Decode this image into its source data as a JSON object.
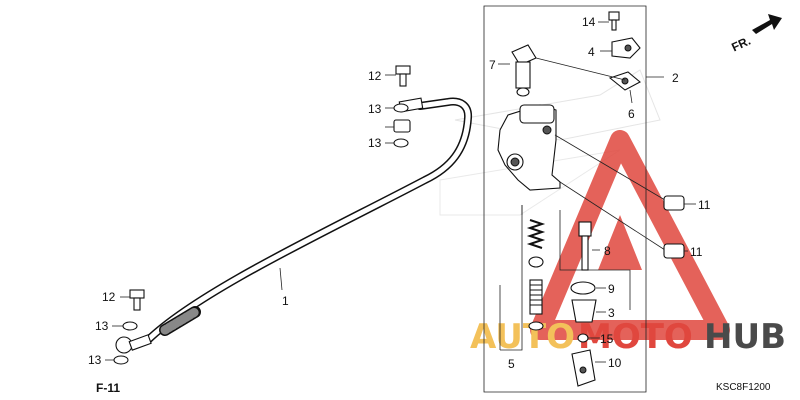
{
  "diagram": {
    "direction_marker": "FR.",
    "reference_label": "F-11",
    "drawing_code": "KSC8F1200",
    "watermark": {
      "brand_prefix": "AUTO",
      "brand_middle": "MOTO",
      "brand_suffix": "HUB",
      "colors": {
        "accent": "#f3c15a",
        "red": "#e0473e",
        "dark": "#4a4a4a"
      }
    },
    "parts": [
      {
        "id": "p1",
        "label": "1"
      },
      {
        "id": "p2",
        "label": "2"
      },
      {
        "id": "p3",
        "label": "3"
      },
      {
        "id": "p4",
        "label": "4"
      },
      {
        "id": "p5",
        "label": "5"
      },
      {
        "id": "p6",
        "label": "6"
      },
      {
        "id": "p7",
        "label": "7"
      },
      {
        "id": "p8",
        "label": "8"
      },
      {
        "id": "p9",
        "label": "9"
      },
      {
        "id": "p10",
        "label": "10"
      },
      {
        "id": "p11a",
        "label": "11"
      },
      {
        "id": "p11b",
        "label": "11"
      },
      {
        "id": "p12a",
        "label": "12"
      },
      {
        "id": "p12b",
        "label": "12"
      },
      {
        "id": "p13a",
        "label": "13"
      },
      {
        "id": "p13b",
        "label": "13"
      },
      {
        "id": "p13c",
        "label": "13"
      },
      {
        "id": "p13d",
        "label": "13"
      },
      {
        "id": "p14",
        "label": "14"
      },
      {
        "id": "p15",
        "label": "15"
      }
    ]
  }
}
